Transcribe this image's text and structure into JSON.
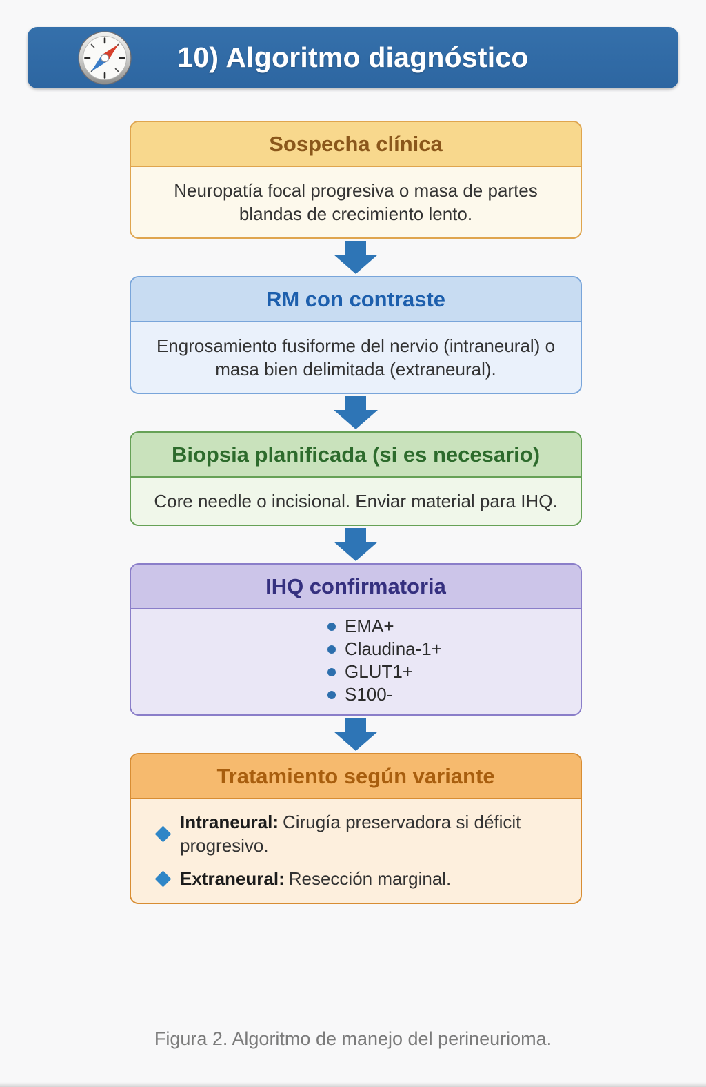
{
  "header": {
    "title": "10) Algoritmo diagnóstico",
    "icon": "compass-icon",
    "bg_color": "#2f6aa6",
    "text_color": "#ffffff"
  },
  "flow": {
    "boxes": [
      {
        "key": "sospecha-clinica",
        "title": "Sospecha clínica",
        "body": "Neuropatía focal progresiva o masa de partes blandas de crecimiento lento.",
        "accent": "#dfa54e",
        "header_bg": "#f8d88d",
        "title_color": "#8a571b",
        "body_bg": "#fdf9ec"
      },
      {
        "key": "rm-con-contraste",
        "title": "RM con contraste",
        "body": "Engrosamiento fusiforme del nervio (intraneural) o masa bien delimitada (extraneural).",
        "accent": "#79a5da",
        "header_bg": "#c8dcf2",
        "title_color": "#1d5fad",
        "body_bg": "#eaf1fb"
      },
      {
        "key": "biopsia-planificada",
        "title": "Biopsia planificada (si es necesario)",
        "body": "Core needle o incisional. Enviar material para IHQ.",
        "accent": "#66a156",
        "header_bg": "#c9e2bc",
        "title_color": "#2d6b2c",
        "body_bg": "#f0f7ea"
      },
      {
        "key": "ihq-confirmatoria",
        "title": "IHQ confirmatoria",
        "bullets": [
          "EMA+",
          "Claudina-1+",
          "GLUT1+",
          "S100-"
        ],
        "accent": "#8a7ec9",
        "header_bg": "#ccc5e9",
        "title_color": "#35307f",
        "body_bg": "#eae7f6",
        "bullet_color": "#2d6fad"
      },
      {
        "key": "tratamiento-segun-variante",
        "title": "Tratamiento según variante",
        "items": [
          {
            "label": "Intraneural:",
            "text": "Cirugía preservadora si déficit progresivo."
          },
          {
            "label": "Extraneural:",
            "text": "Resección marginal."
          }
        ],
        "accent": "#d88d33",
        "header_bg": "#f6ba6e",
        "title_color": "#a85e0e",
        "body_bg": "#fdefdd",
        "diamond_color": "#2f86c7"
      }
    ],
    "arrow_icon": "down-arrow-icon",
    "arrow_color": "#2e75b6"
  },
  "caption": "Figura 2. Algoritmo de manejo del perineurioma.",
  "colors": {
    "page_bg": "#f8f8f9",
    "body_text": "#333333",
    "caption_text": "#7b7b7b",
    "rule_color": "#c9c9c9"
  }
}
